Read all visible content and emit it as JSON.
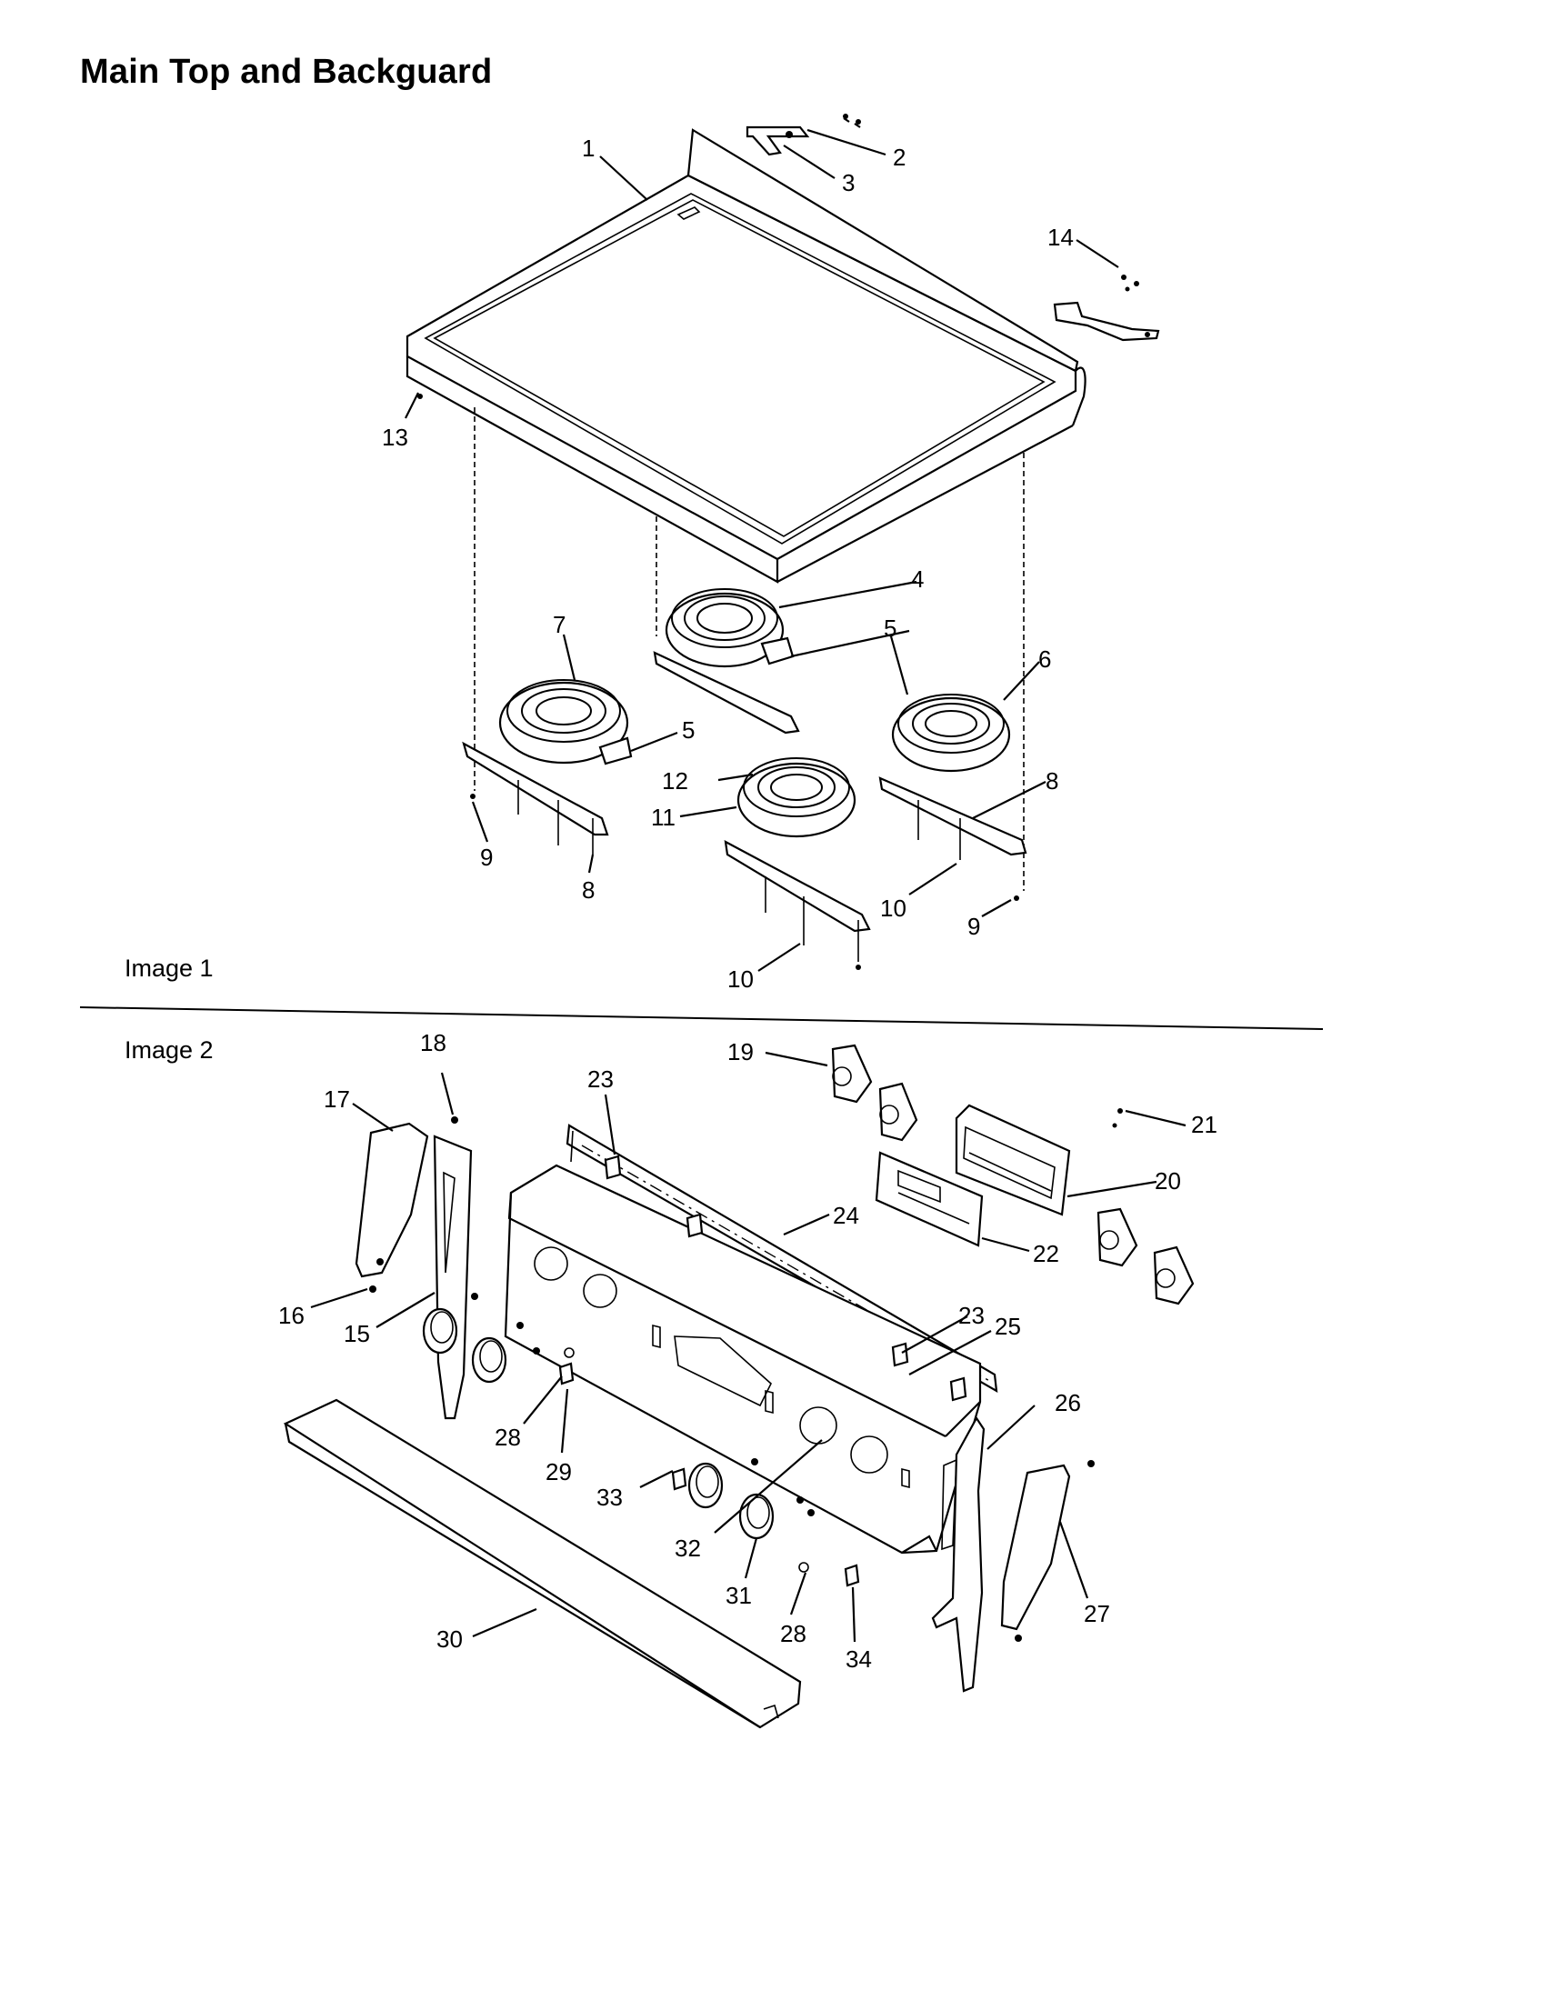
{
  "page": {
    "title": "Main Top and Backguard",
    "image_labels": [
      "Image 1",
      "Image 2"
    ]
  },
  "callouts": {
    "image1": [
      "1",
      "2",
      "3",
      "14",
      "13",
      "4",
      "5",
      "7",
      "6",
      "5",
      "12",
      "11",
      "8",
      "9",
      "8",
      "10",
      "9",
      "10"
    ],
    "image2": [
      "18",
      "19",
      "23",
      "21",
      "17",
      "20",
      "24",
      "22",
      "16",
      "15",
      "23",
      "25",
      "28",
      "29",
      "26",
      "33",
      "32",
      "31",
      "27",
      "30",
      "28",
      "34"
    ]
  }
}
